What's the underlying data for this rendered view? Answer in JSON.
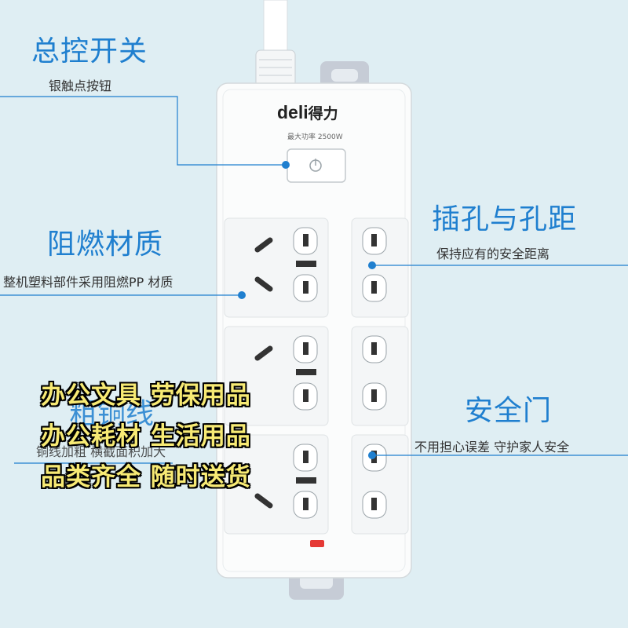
{
  "labels": {
    "master_switch": {
      "title": "总控开关",
      "subtitle": "银触点按钮"
    },
    "flame_retardant": {
      "title": "阻燃材质",
      "subtitle": "整机塑料部件采用阻燃PP 材质"
    },
    "socket_spacing": {
      "title": "插孔与孔距",
      "subtitle": "保持应有的安全距离"
    },
    "copper_wire": {
      "title": "粗铜线",
      "subtitle": "铜线加粗 横截面积加大"
    },
    "safety_door": {
      "title": "安全门",
      "subtitle": "不用担心误差 守护家人安全"
    }
  },
  "promo_lines": [
    "办公文具  劳保用品",
    "办公耗材  生活用品",
    "品类齐全  随时送货"
  ],
  "product": {
    "brand_latin": "deli",
    "brand_cn": "得力",
    "power_label": "最大功率  2500W"
  },
  "colors": {
    "accent_blue": "#1f7fcf",
    "promo_yellow": "#f7ea74",
    "indicator_red": "#e53935"
  }
}
